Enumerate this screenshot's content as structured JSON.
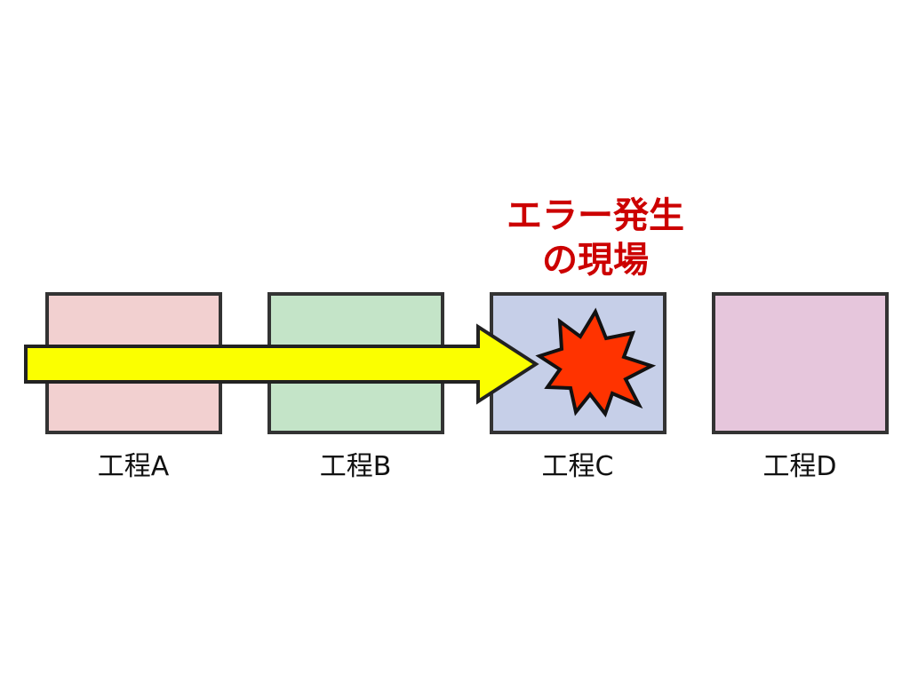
{
  "error_callout": {
    "line1": "エラー発生",
    "line2": "の現場",
    "color": "#cc0000"
  },
  "steps": [
    {
      "label": "工程A",
      "fill": "#f2d0d0"
    },
    {
      "label": "工程B",
      "fill": "#c4e4c8"
    },
    {
      "label": "工程C",
      "fill": "#c6cfe8"
    },
    {
      "label": "工程D",
      "fill": "#e6c6dc"
    }
  ],
  "flow_arrow": {
    "fill": "#fbff00",
    "stroke": "#222222"
  },
  "error_burst": {
    "icon": "explosion-icon",
    "fill": "#ff3300"
  },
  "box_border": "#333333"
}
